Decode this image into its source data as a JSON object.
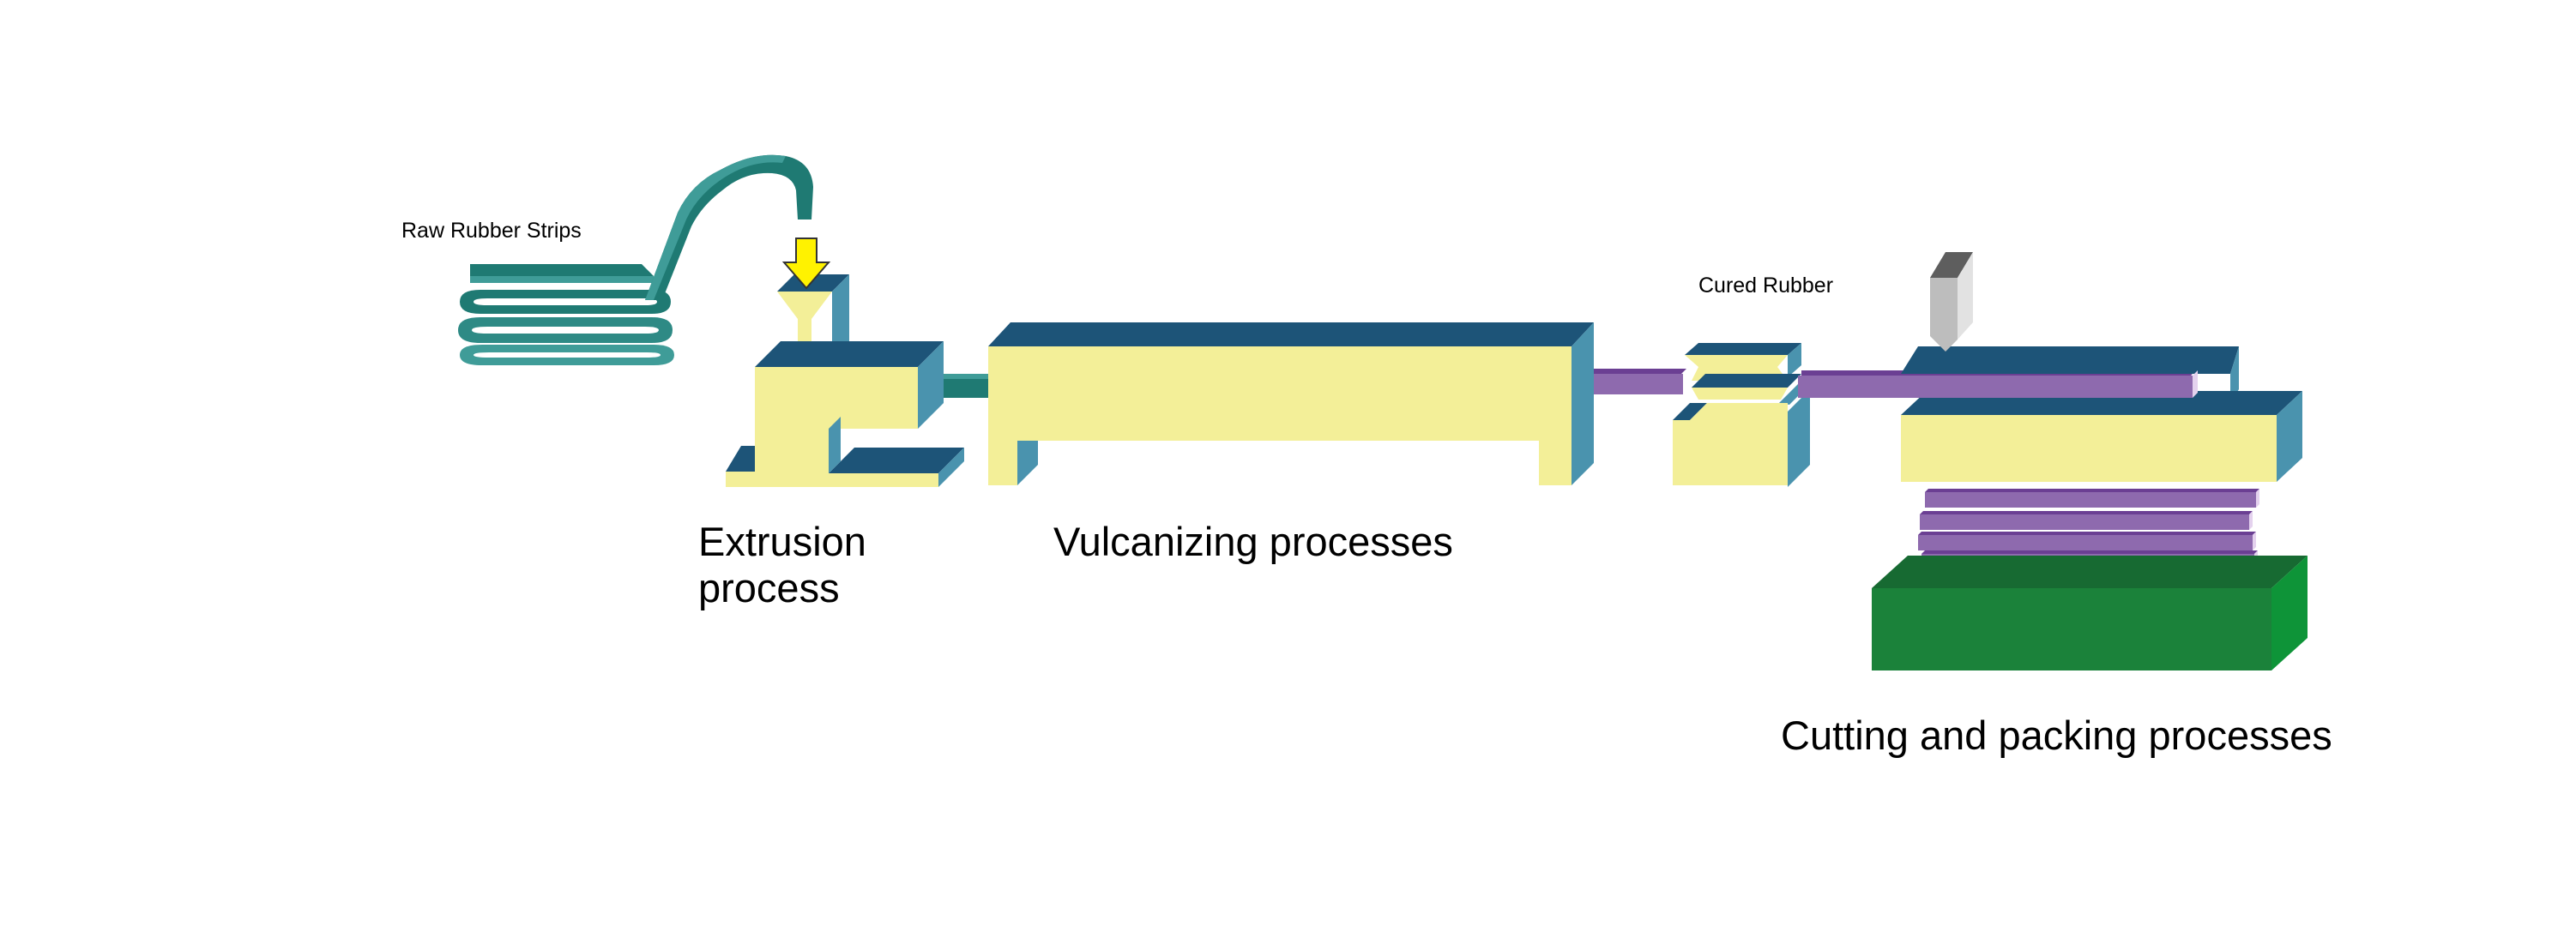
{
  "labels": {
    "raw_rubber": "Raw Rubber Strips",
    "cured_rubber": "Cured Rubber",
    "extrusion_line1": "Extrusion",
    "extrusion_line2": "process",
    "vulcanizing": "Vulcanizing processes",
    "cutting_packing": "Cutting and packing processes"
  },
  "colors": {
    "machine_face": "#F3EF98",
    "machine_top": "#1D5478",
    "machine_side": "#4A93AE",
    "rubber_strip": "#1F7A73",
    "rubber_strip_light": "#3F9C98",
    "cured_rubber": "#8E6AAE",
    "cured_rubber_dark": "#6B3F93",
    "cured_rubber_light": "#E4D2EE",
    "arrow": "#FFF200",
    "table_front": "#1B823A",
    "table_side": "#0E9438",
    "table_top": "#176A32",
    "cutter": "#C8C8C8",
    "cutter_dark": "#5E5E5E"
  },
  "icons": {
    "feed_arrow": "down-arrow-icon"
  }
}
